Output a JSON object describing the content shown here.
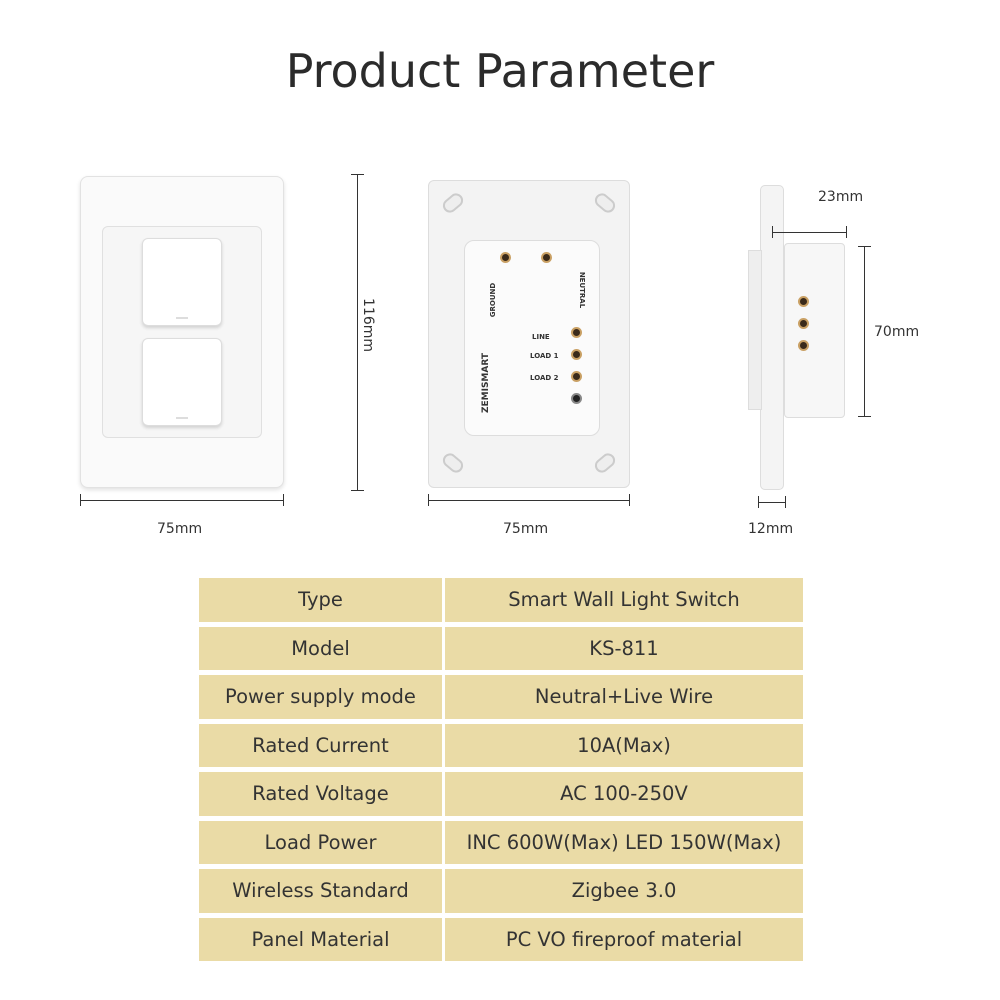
{
  "title": "Product Parameter",
  "dimensions": {
    "front_width": "75mm",
    "height": "116mm",
    "back_width": "75mm",
    "depth_total": "23mm",
    "body_height": "70mm",
    "plate_depth": "12mm"
  },
  "back_labels": {
    "ground": "GROUND",
    "neutral": "NEUTRAL",
    "line": "LINE",
    "load1": "LOAD 1",
    "load2": "LOAD 2",
    "brand": "ZEMISMART"
  },
  "specs": [
    {
      "key": "Type",
      "value": "Smart Wall Light Switch"
    },
    {
      "key": "Model",
      "value": "KS-811"
    },
    {
      "key": "Power supply mode",
      "value": "Neutral+Live Wire"
    },
    {
      "key": "Rated Current",
      "value": "10A(Max)"
    },
    {
      "key": "Rated Voltage",
      "value": "AC 100-250V"
    },
    {
      "key": "Load Power",
      "value": "INC 600W(Max) LED 150W(Max)"
    },
    {
      "key": "Wireless Standard",
      "value": "Zigbee 3.0"
    },
    {
      "key": "Panel Material",
      "value": "PC VO fireproof material"
    }
  ],
  "colors": {
    "table_bg": "#eadba6",
    "text": "#333333"
  }
}
